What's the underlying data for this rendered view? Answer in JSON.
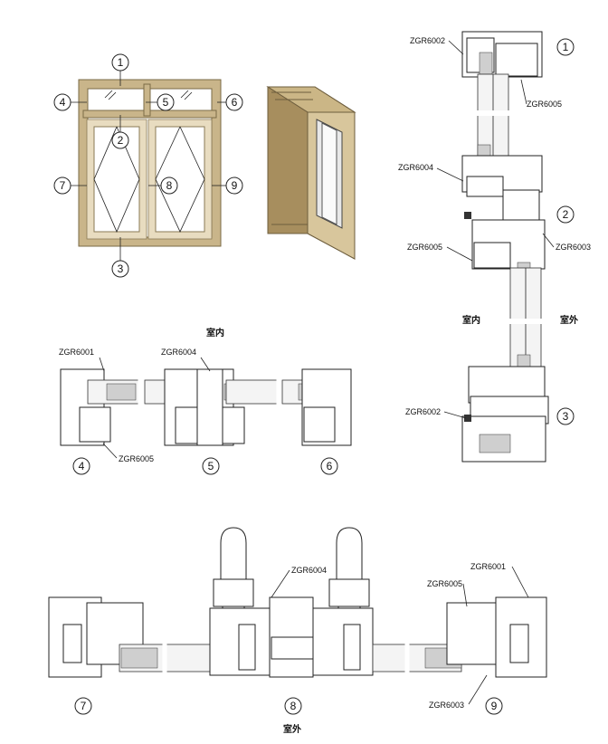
{
  "callouts": [
    "1",
    "2",
    "3",
    "4",
    "5",
    "6",
    "7",
    "8",
    "9"
  ],
  "labels": {
    "zgr6001": "ZGR6001",
    "zgr6002": "ZGR6002",
    "zgr6003": "ZGR6003",
    "zgr6004": "ZGR6004",
    "zgr6005": "ZGR6005"
  },
  "text": {
    "indoor": "室内",
    "outdoor": "室外"
  }
}
